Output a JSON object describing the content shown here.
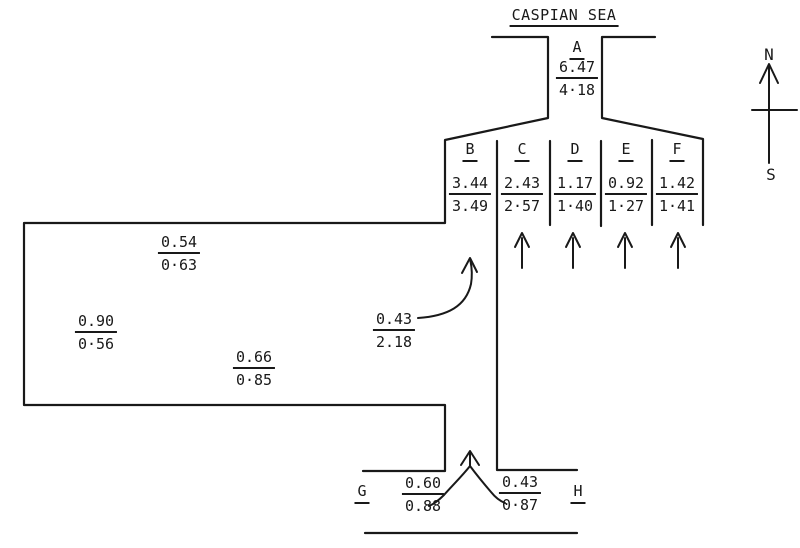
{
  "title": "CASPIAN SEA",
  "channel_a": {
    "label": "A",
    "num": "6.47",
    "den": "4·18"
  },
  "channels": [
    {
      "label": "B",
      "num": "3.44",
      "den": "3.49"
    },
    {
      "label": "C",
      "num": "2.43",
      "den": "2·57"
    },
    {
      "label": "D",
      "num": "1.17",
      "den": "1·40"
    },
    {
      "label": "E",
      "num": "0.92",
      "den": "1·27"
    },
    {
      "label": "F",
      "num": "1.42",
      "den": "1·41"
    }
  ],
  "bay": [
    {
      "num": "0.54",
      "den": "0·63"
    },
    {
      "num": "0.90",
      "den": "0·56"
    },
    {
      "num": "0.66",
      "den": "0·85"
    }
  ],
  "inflow": {
    "num": "0.43",
    "den": "2.18"
  },
  "south": {
    "g_label": "G",
    "g": {
      "num": "0.60",
      "den": "0.88"
    },
    "h": {
      "num": "0.43",
      "den": "0·87"
    },
    "h_label": "H"
  },
  "compass": {
    "north": "N",
    "south": "S"
  },
  "colors": {
    "ink": "#191919",
    "background": "#ffffff"
  }
}
